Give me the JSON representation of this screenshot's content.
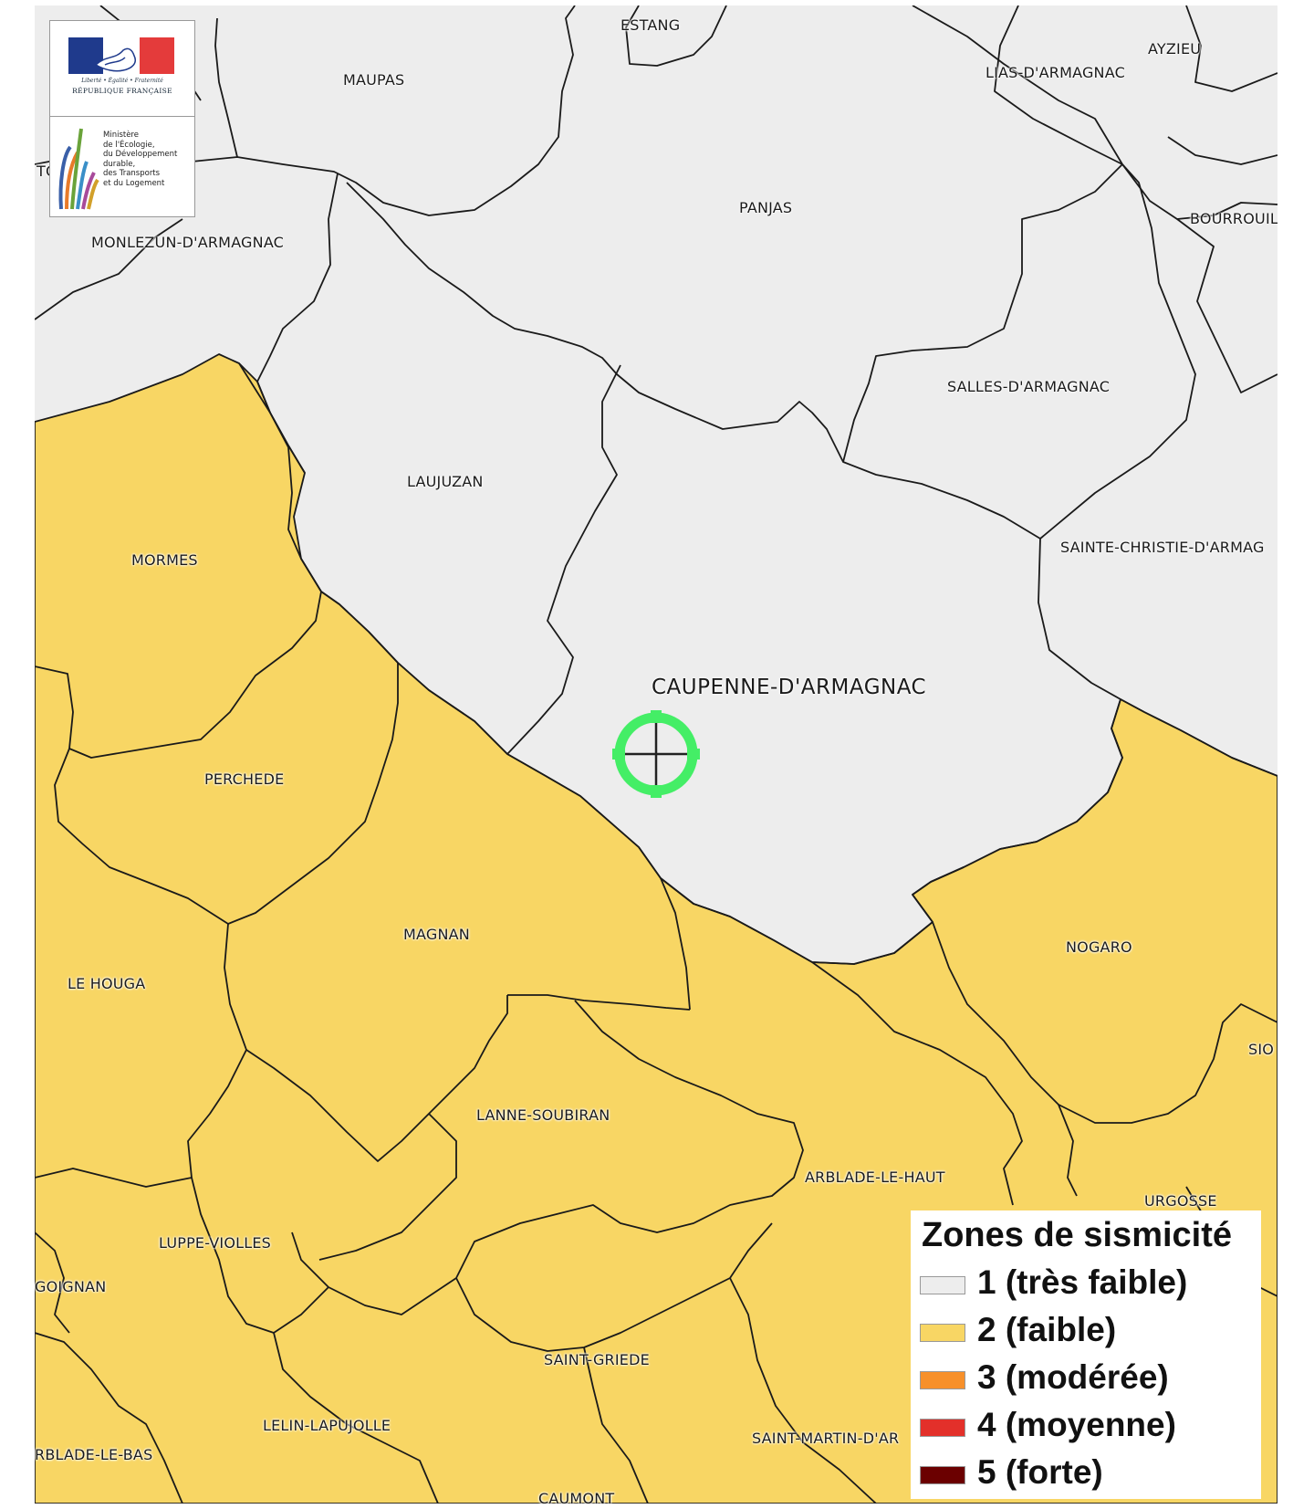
{
  "map": {
    "main_town": "CAUPENNE-D'ARMAGNAC",
    "towns": [
      "ESTANG",
      "AYZIEU",
      "MAUPAS",
      "LIAS-D'ARMAGNAC",
      "PANJAS",
      "BOURROUIL",
      "MONLEZUN-D'ARMAGNAC",
      "TO",
      "SALLES-D'ARMAGNAC",
      "LAUJUZAN",
      "SAINTE-CHRISTIE-D'ARMAG",
      "MORMES",
      "PERCHEDE",
      "MAGNAN",
      "NOGARO",
      "LE HOUGA",
      "SIO",
      "LANNE-SOUBIRAN",
      "ARBLADE-LE-HAUT",
      "URGOSSE",
      "LUPPE-VIOLLES",
      "GOIGNAN",
      "SAINT-GRIEDE",
      "LELIN-LAPUJOLLE",
      "SAINT-MARTIN-D'AR",
      "RBLADE-LE-BAS",
      "CAUMONT"
    ],
    "marker_icon": "crosshair-target-icon",
    "zone_colors": {
      "zone1": "#ededed",
      "zone2": "#f8d664"
    }
  },
  "logo": {
    "motto": "Liberté • Égalité • Fraternité",
    "republic": "RÉPUBLIQUE FRANÇAISE",
    "ministry_lines": [
      "Ministère",
      "de l'Écologie,",
      "du Développement",
      "durable,",
      "des Transports",
      "et du Logement"
    ]
  },
  "legend": {
    "title": "Zones de sismicité",
    "items": [
      {
        "label": "1 (très faible)",
        "color": "#ededed"
      },
      {
        "label": "2 (faible)",
        "color": "#f8d664"
      },
      {
        "label": "3 (modérée)",
        "color": "#f7902a"
      },
      {
        "label": "4 (moyenne)",
        "color": "#e3302a"
      },
      {
        "label": "5 (forte)",
        "color": "#6b0000"
      }
    ]
  }
}
